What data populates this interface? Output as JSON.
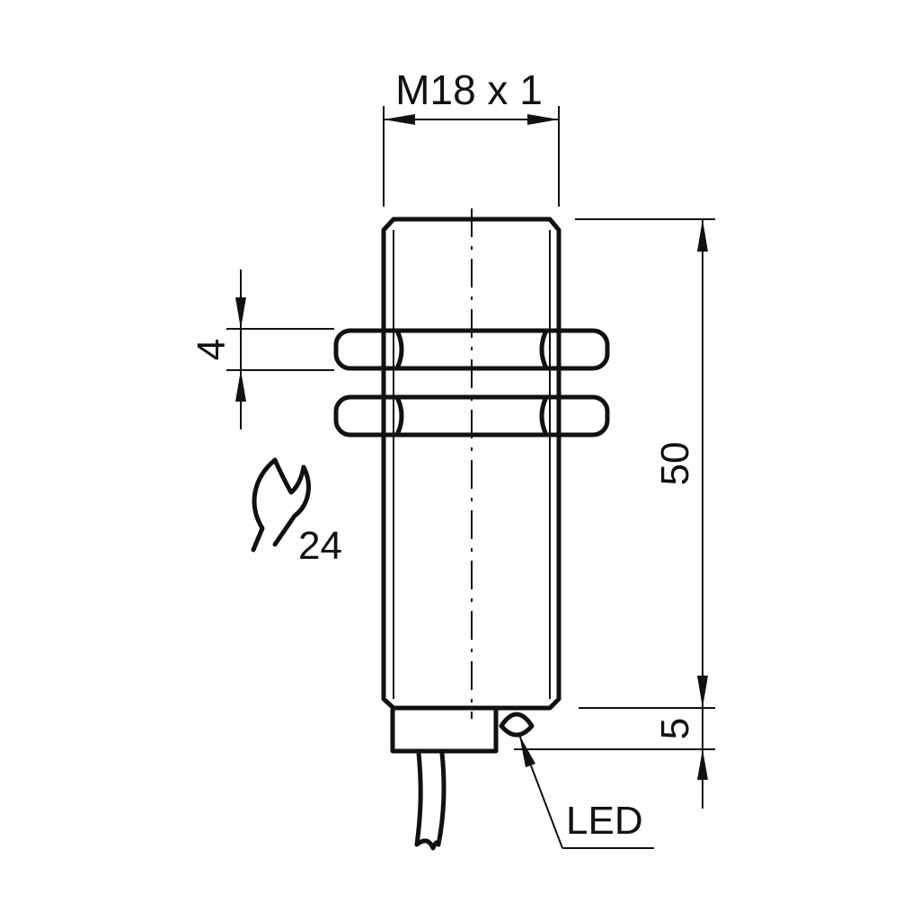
{
  "dimensions": {
    "thread": "M18 x 1",
    "nut_thickness": "4",
    "body_length": "50",
    "cap_length": "5",
    "wrench_size": "24"
  },
  "callouts": {
    "led": "LED"
  },
  "icons": {
    "wrench": "wrench-icon"
  },
  "colors": {
    "line": "#111111",
    "background": "#ffffff"
  }
}
